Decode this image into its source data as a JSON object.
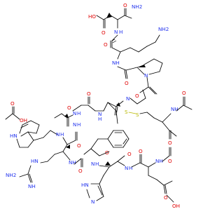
{
  "molecule": {
    "atom_labels": {
      "acetic_oh": "OH",
      "acetic_o": "O",
      "top_oh": "HO",
      "top_o1": "O",
      "top_o2": "O",
      "amide_nh2": "NH2",
      "lys_nh2": "NH2",
      "nh_1": "N",
      "h_1": "H",
      "o_3": "O",
      "nh_2": "NH",
      "o_4": "O",
      "n_pro1": "N",
      "o_5": "O",
      "n_pro2": "N",
      "indole_nh": "HN",
      "nh_3": "N",
      "h_3": "H",
      "o_6": "O",
      "nh_4": "N",
      "h_4": "H",
      "o_7": "O",
      "nh_5": "N",
      "h_5": "H",
      "s_1": "S",
      "s_2": "S",
      "nh_6": "N",
      "h_6": "H",
      "nh_7": "NH",
      "o_8": "O",
      "o_9": "O",
      "o_10": "O",
      "o_11": "O",
      "guan_nh2": "NH2",
      "guan_nh": "NH",
      "guan_hn": "HN",
      "nh_8": "N",
      "h_8": "H",
      "o_12": "O",
      "nh_9": "N",
      "h_9": "H",
      "nh_10": "NH",
      "o_13": "O",
      "o_14": "O",
      "imid_hn": "HN",
      "imid_n": "N",
      "glu_oh": "OH",
      "glu_o": "O",
      "nh_11": "NH",
      "o_15": "O"
    }
  },
  "colors": {
    "carbon": "#000000",
    "oxygen": "#e00000",
    "nitrogen": "#2233ee",
    "sulfur": "#b8b800"
  }
}
